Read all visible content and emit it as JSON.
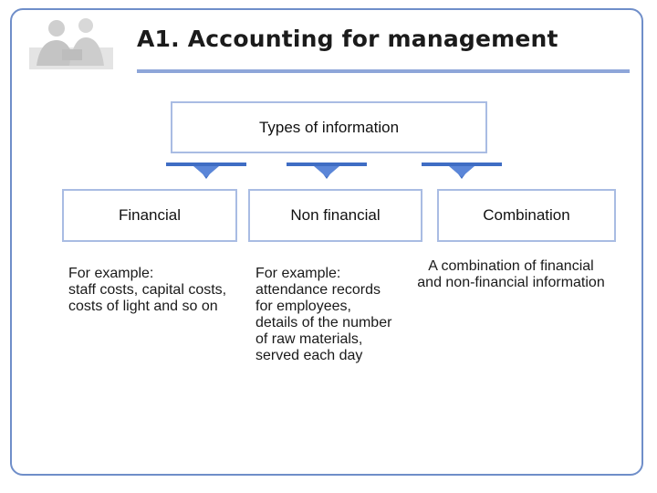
{
  "title": "A1. Accounting for management",
  "colors": {
    "frame": "#6f8ec9",
    "rule": "#8ea6d9",
    "box_border": "#a9bce3",
    "arrow": "#3f6dc4"
  },
  "root": {
    "label": "Types of information"
  },
  "categories": [
    {
      "label": "Financial"
    },
    {
      "label": "Non financial"
    },
    {
      "label": "Combination"
    }
  ],
  "descriptions": {
    "financial": [
      "For example:",
      "staff costs, capital costs,",
      "costs of light and so on"
    ],
    "non_financial": [
      "For example:",
      "attendance records",
      "for  employees,",
      "details of the number",
      "of raw materials,",
      "served each day"
    ],
    "combination": [
      "A combination of financial",
      "and non-financial information"
    ]
  }
}
